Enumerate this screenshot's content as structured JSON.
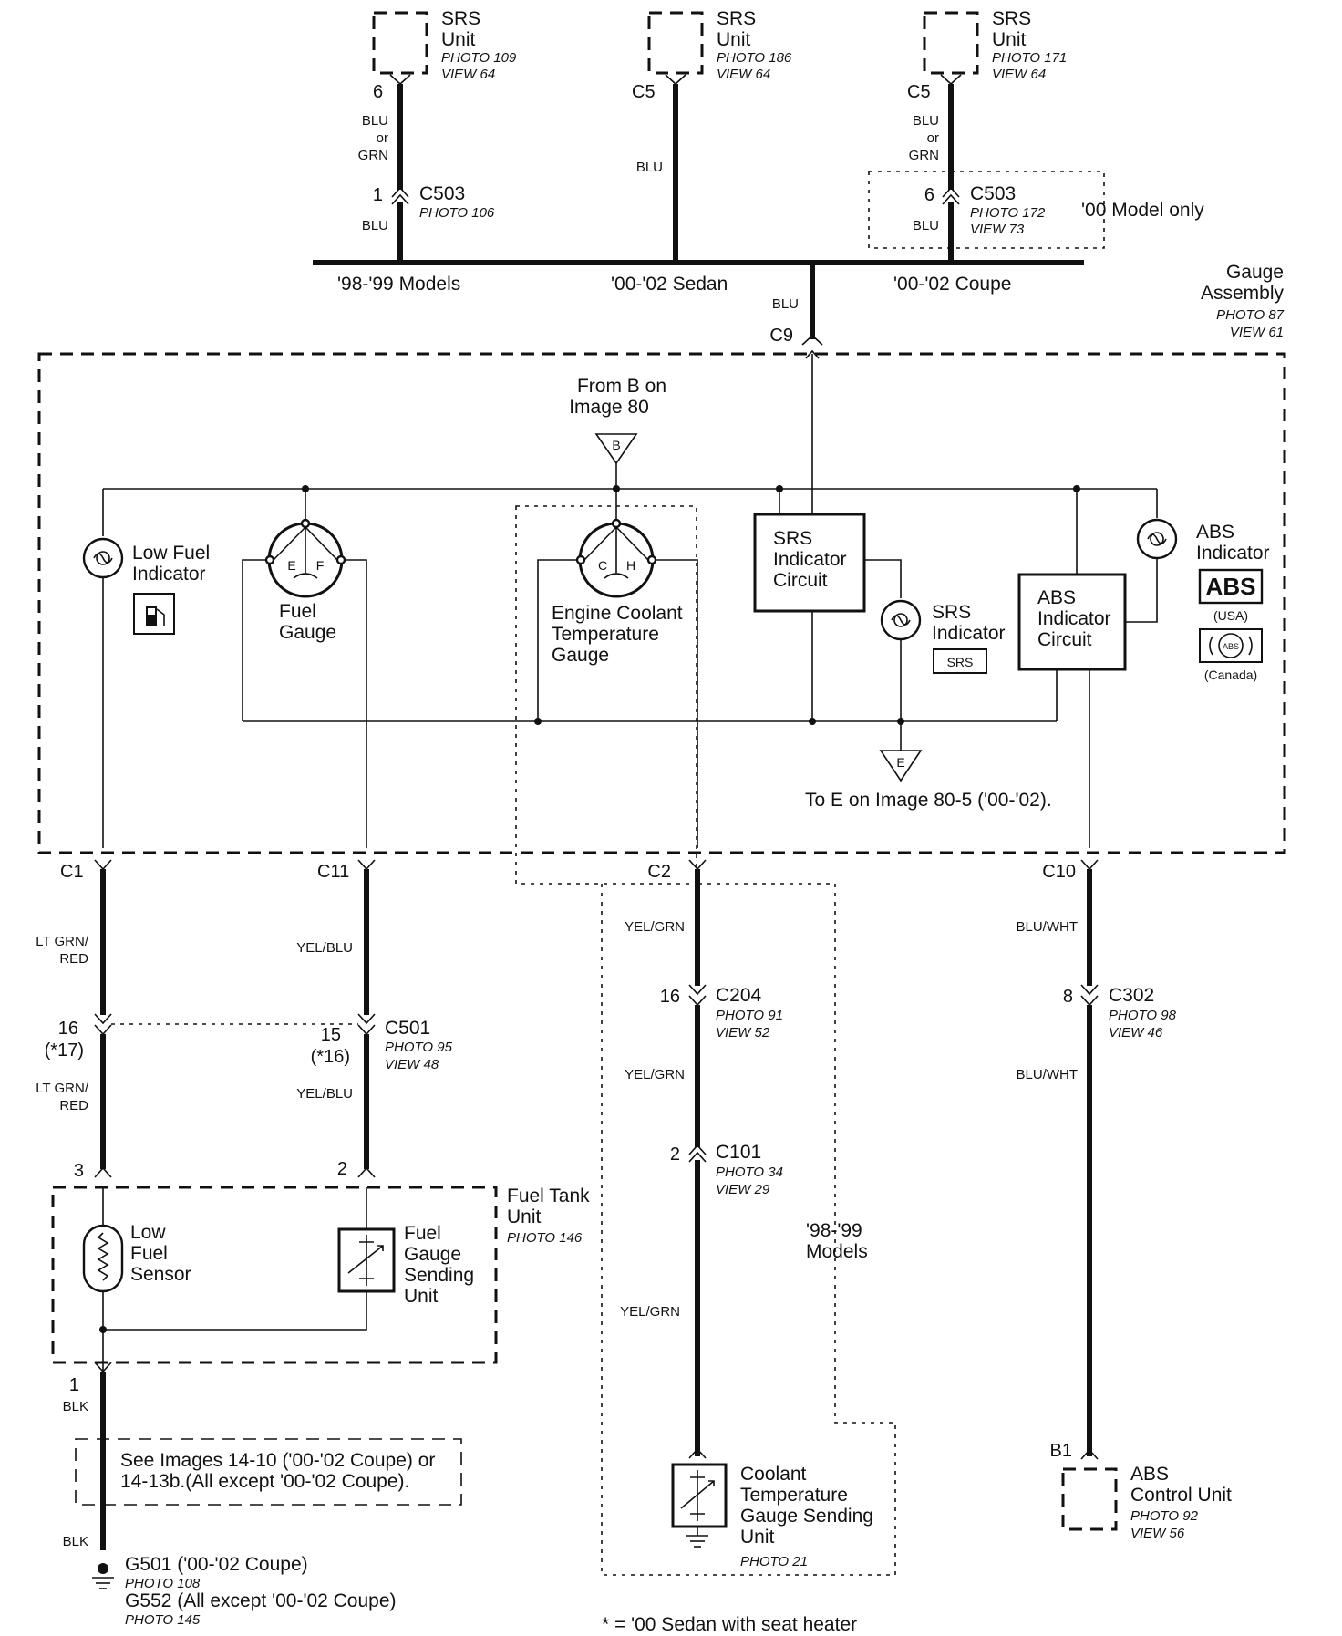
{
  "top": {
    "srs_units": [
      {
        "title": "SRS",
        "sub": "Unit",
        "photo": "PHOTO 109",
        "view": "VIEW 64",
        "pin": "6",
        "wire": [
          "BLU",
          "or",
          "GRN"
        ],
        "conn_pin": "1",
        "conn": "C503",
        "conn_photo": "PHOTO 106",
        "wire2": "BLU",
        "model": "'98-'99 Models"
      },
      {
        "title": "SRS",
        "sub": "Unit",
        "photo": "PHOTO 186",
        "view": "VIEW 64",
        "pin": "C5",
        "wire": [
          "BLU"
        ],
        "model": "'00-'02 Sedan"
      },
      {
        "title": "SRS",
        "sub": "Unit",
        "photo": "PHOTO 171",
        "view": "VIEW 64",
        "pin": "C5",
        "wire": [
          "BLU",
          "or",
          "GRN"
        ],
        "conn_pin": "6",
        "conn": "C503",
        "conn_photo": "PHOTO 172",
        "conn_view": "VIEW 73",
        "wire2": "BLU",
        "model": "'00-'02 Coupe",
        "note": "'00 Model only"
      }
    ],
    "main_wire": "BLU",
    "main_pin": "C9"
  },
  "gauge_assembly": {
    "title": [
      "Gauge",
      "Assembly"
    ],
    "photo": "PHOTO 87",
    "view": "VIEW 61"
  },
  "from_b": {
    "text": [
      "From B on",
      "Image 80"
    ],
    "letter": "B"
  },
  "to_e": {
    "text": "To E on Image 80-5 ('00-'02).",
    "letter": "E"
  },
  "components": {
    "low_fuel": [
      "Low Fuel",
      "Indicator"
    ],
    "fuel_gauge": [
      "Fuel",
      "Gauge"
    ],
    "fuel_gauge_marks": [
      "E",
      "F"
    ],
    "coolant_gauge": [
      "Engine Coolant",
      "Temperature",
      "Gauge"
    ],
    "coolant_gauge_marks": [
      "C",
      "H"
    ],
    "srs_circuit": [
      "SRS",
      "Indicator",
      "Circuit"
    ],
    "srs_indicator": [
      "SRS",
      "Indicator"
    ],
    "srs_badge": "SRS",
    "abs_circuit": [
      "ABS",
      "Indicator",
      "Circuit"
    ],
    "abs_indicator": [
      "ABS",
      "Indicator"
    ],
    "abs_badge": "ABS",
    "abs_usa": "(USA)",
    "abs_canada_badge": "ABS",
    "abs_canada": "(Canada)"
  },
  "pins": {
    "c1": "C1",
    "c11": "C11",
    "c2": "C2",
    "c10": "C10"
  },
  "left_chain": {
    "wire1": [
      "LT GRN/",
      "RED"
    ],
    "pin1": [
      "16",
      "(*17)"
    ],
    "wire2": [
      "LT GRN/",
      "RED"
    ],
    "pin2": "3",
    "mid_wire1": "YEL/BLU",
    "mid_pin1": [
      "15",
      "(*16)"
    ],
    "mid_conn": "C501",
    "mid_photo": "PHOTO 95",
    "mid_view": "VIEW 48",
    "mid_wire2": "YEL/BLU",
    "mid_pin2": "2"
  },
  "fuel_tank": {
    "title": [
      "Fuel Tank",
      "Unit"
    ],
    "photo": "PHOTO 146",
    "low_sensor": [
      "Low",
      "Fuel",
      "Sensor"
    ],
    "sending": [
      "Fuel",
      "Gauge",
      "Sending",
      "Unit"
    ]
  },
  "ground": {
    "pin": "1",
    "wire1": "BLK",
    "note": [
      "See Images 14-10 ('00-'02 Coupe) or",
      "14-13b.(All except '00-'02 Coupe)."
    ],
    "wire2": "BLK",
    "g1": "G501 ('00-'02 Coupe)",
    "g1_photo": "PHOTO 108",
    "g2": "G552 (All except '00-'02 Coupe)",
    "g2_photo": "PHOTO 145"
  },
  "center_chain": {
    "wire1": "YEL/GRN",
    "pin1": "16",
    "conn1": "C204",
    "photo1": "PHOTO 91",
    "view1": "VIEW 52",
    "wire2": "YEL/GRN",
    "pin2": "2",
    "conn2": "C101",
    "photo2": "PHOTO 34",
    "view2": "VIEW 29",
    "wire3": "YEL/GRN",
    "models": [
      "'98-'99",
      "Models"
    ],
    "sender": [
      "Coolant",
      "Temperature",
      "Gauge Sending",
      "Unit"
    ],
    "sender_photo": "PHOTO 21"
  },
  "right_chain": {
    "wire1": "BLU/WHT",
    "pin1": "8",
    "conn1": "C302",
    "photo1": "PHOTO 98",
    "view1": "VIEW 46",
    "wire2": "BLU/WHT",
    "pin2": "B1",
    "unit": [
      "ABS",
      "Control Unit"
    ],
    "photo": "PHOTO 92",
    "view": "VIEW 56"
  },
  "footnote": "* = '00 Sedan with seat heater"
}
